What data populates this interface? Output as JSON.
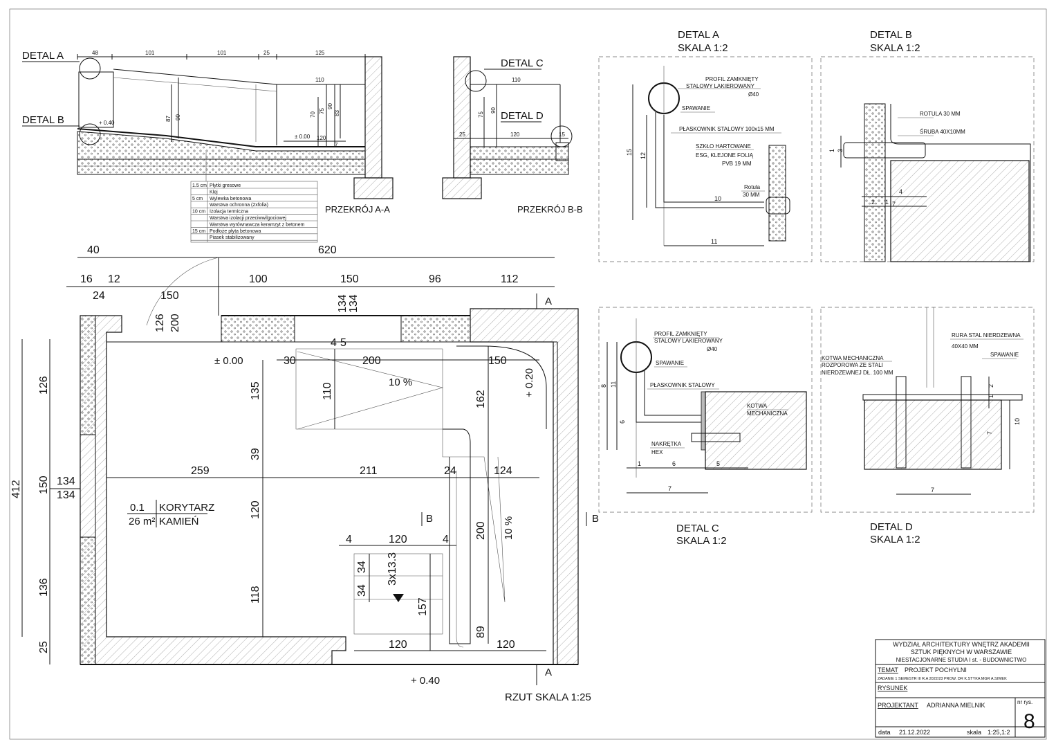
{
  "section_aa": {
    "title": "PRZEKRÓJ A-A",
    "detail_a_label": "DETAL A",
    "detail_b_label": "DETAL B",
    "top_dims": [
      "48",
      "101",
      "101",
      "25",
      "125"
    ],
    "dims": [
      "110",
      "70",
      "75",
      "90",
      "83",
      "87",
      "90",
      "120",
      "7",
      "± 0.00",
      "+ 0.40"
    ],
    "layers": [
      {
        "thk": "1.5 cm",
        "name": "Płytki gresowe"
      },
      {
        "thk": "",
        "name": "Klej"
      },
      {
        "thk": "5 cm",
        "name": "Wylewka betonowa"
      },
      {
        "thk": "",
        "name": "Warstwa ochronna (2xfolia)"
      },
      {
        "thk": "10 cm",
        "name": "Izolacja termiczna"
      },
      {
        "thk": "",
        "name": "Warstwa izolacji przeciwwilgociowej"
      },
      {
        "thk": "",
        "name": "Warstwa wyrównawcza keramzyt z betonem"
      },
      {
        "thk": "15 cm",
        "name": "Podłoże płyta betonowa"
      },
      {
        "thk": "",
        "name": "Piasek stabilizowany"
      }
    ]
  },
  "section_bb": {
    "title": "PRZEKRÓJ B-B",
    "detail_c_label": "DETAL C",
    "detail_d_label": "DETAL D",
    "dims": [
      "110",
      "75",
      "90",
      "25",
      "120",
      "15"
    ]
  },
  "detail_a": {
    "title": "DETAL A",
    "scale": "SKALA 1:2",
    "notes": [
      "PROFIL ZAMKNIĘTY",
      "STALOWY LAKIEROWANY",
      "Ø40",
      "SPAWANIE",
      "PŁASKOWNIK STALOWY 100x15 MM",
      "SZKŁO HARTOWANE",
      "ESG, KLEJONE FOLIĄ",
      "PVB 19 MM",
      "Rotula",
      "30 MM"
    ],
    "dims": [
      "15",
      "12",
      "10",
      "11"
    ]
  },
  "detail_b": {
    "title": "DETAL B",
    "scale": "SKALA 1:2",
    "notes": [
      "ROTULA 30 MM",
      "ŚRUBA 40X10MM"
    ],
    "dims": [
      "1",
      "3",
      "1",
      "4",
      "2",
      "1",
      "7"
    ]
  },
  "detail_c": {
    "title": "DETAL C",
    "scale": "SKALA 1:2",
    "notes": [
      "PROFIL ZAMKNIĘTY",
      "STALOWY LAKIEROWANY",
      "Ø40",
      "SPAWANIE",
      "PŁASKOWNIK STALOWY",
      "KOTWA",
      "MECHANICZNA",
      "NAKRĘTKA",
      "HEX"
    ],
    "dims": [
      "8",
      "11",
      "6",
      "1",
      "6",
      "5",
      "7"
    ]
  },
  "detail_d": {
    "title": "DETAL D",
    "scale": "SKALA 1:2",
    "notes": [
      "RURA STAL NIERDZEWNA",
      "40X40 MM",
      "KOTWA MECHANICZNA",
      "ROZPOROWA ZE STALI",
      "NIERDZEWNEJ DŁ. 100 MM",
      "SPAWANIE"
    ],
    "dims": [
      "2",
      "1",
      "10",
      "7",
      "7"
    ]
  },
  "plan": {
    "title": "RZUT SKALA 1:25",
    "room_number": "0.1",
    "room_name": "KORYTARZ",
    "room_area": "26 m²",
    "room_floor": "KAMIEŃ",
    "slope_1": "10 %",
    "slope_2": "10 %",
    "stairs": "3x13.3",
    "levels": [
      "± 0.00",
      "+ 0.20",
      "+ 0.40"
    ],
    "section_marks": [
      "A",
      "A",
      "B",
      "B"
    ],
    "top_dims_row1": [
      "40",
      "620"
    ],
    "top_dims_row2": [
      "16",
      "12",
      "100",
      "150",
      "96",
      "112"
    ],
    "top_dims_row3": [
      "24",
      "150"
    ],
    "door_dims": [
      "126",
      "200"
    ],
    "wall_dims": [
      "134",
      "134",
      "4",
      "5"
    ],
    "left_dims_outer": [
      "412"
    ],
    "left_dims_inner": [
      "126",
      "150",
      "136",
      "25"
    ],
    "window_dims": [
      "134",
      "134"
    ],
    "interior_dims": [
      "30",
      "200",
      "150",
      "135",
      "110",
      "39",
      "259",
      "211",
      "24",
      "124",
      "162",
      "120",
      "118",
      "200",
      "89",
      "4",
      "120",
      "4",
      "34",
      "34",
      "157",
      "120",
      "120"
    ]
  },
  "title_block": {
    "school_1": "WYDZIAŁ ARCHITEKTURY WNĘTRZ AKADEMII",
    "school_2": "SZTUK PIĘKNYCH W WARSZAWIE",
    "school_3": "NIESTACJONARNE STUDIA I st. - BUDOWNICTWO",
    "topic_label": "TEMAT",
    "topic": "PROJEKT POCHYLNI",
    "assignment": "ZADANIE 1 SEMESTR III  R.A 2022/23 PROW. DR K.STYKA MGR A.SIWEK",
    "drawing_label": "RYSUNEK",
    "designer_label": "PROJEKTANT",
    "designer": "ADRIANNA MIELNIK",
    "sheet_no_label": "nr rys.",
    "sheet_no": "8",
    "date_label": "data",
    "date": "21.12.2022",
    "scale_label": "skala",
    "scale": "1:25,1:2"
  }
}
